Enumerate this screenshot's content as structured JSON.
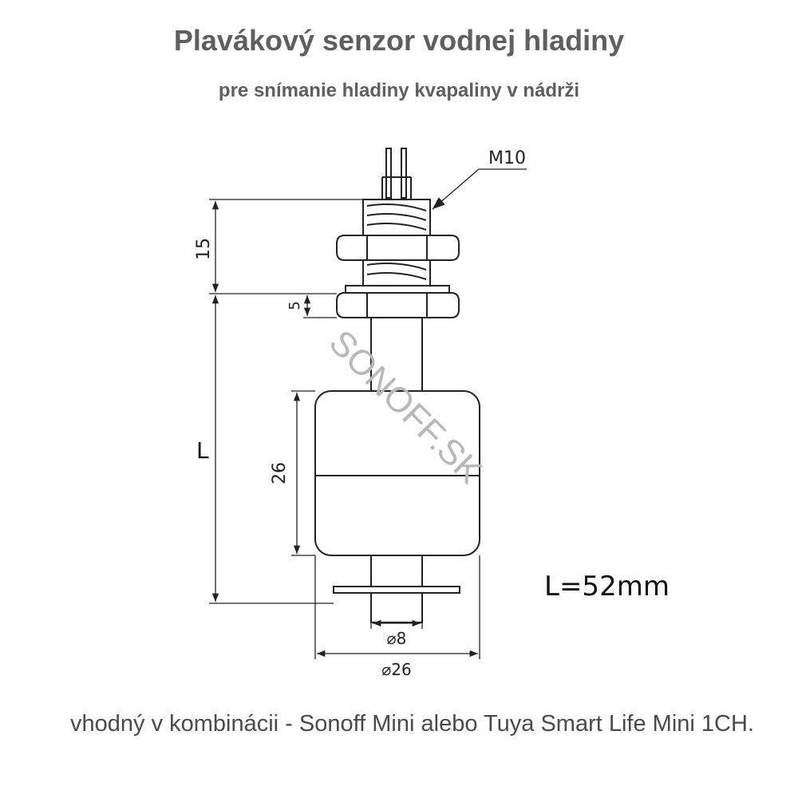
{
  "title": "Plavákový senzor vodnej hladiny",
  "subtitle": "pre snímanie hladiny kvapaliny v nádrži",
  "diagram": {
    "thread_label": "M10",
    "dim_top": "15",
    "dim_nut": "5",
    "dim_length": "L",
    "dim_float_height": "26",
    "dim_stem_diameter": "⌀8",
    "dim_float_diameter": "⌀26",
    "length_value": "L=52mm"
  },
  "watermark": "SONOFF.SK",
  "footer": "vhodný v kombinácii - Sonoff Mini alebo Tuya Smart Life Mini 1CH."
}
